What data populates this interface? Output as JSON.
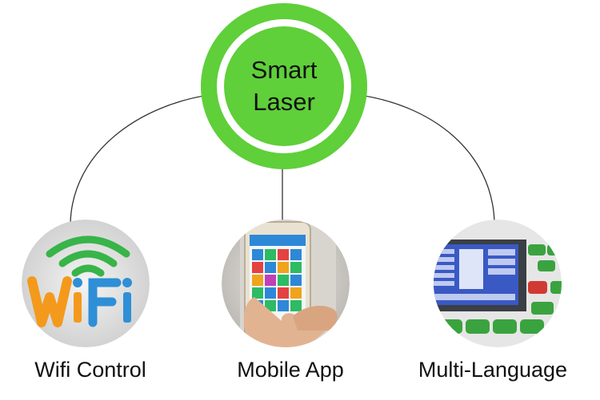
{
  "hub": {
    "line1": "Smart",
    "line2": "Laser",
    "ring_color": "#5fcf3a",
    "fill_color": "#5fcf3a"
  },
  "nodes": [
    {
      "label": "Wifi Control",
      "image": "wifi-logo",
      "logo_text": "WiFi"
    },
    {
      "label": "Mobile App",
      "image": "smartphone-app"
    },
    {
      "label": "Multi-Language",
      "image": "laser-control-panel"
    }
  ],
  "connector_color": "#333333",
  "colors": {
    "wifi_orange": "#f39a1c",
    "wifi_blue": "#2e8fd6",
    "wifi_green": "#38b449",
    "panel_screen": "#3a59c4",
    "panel_button_green": "#3aa33f"
  }
}
